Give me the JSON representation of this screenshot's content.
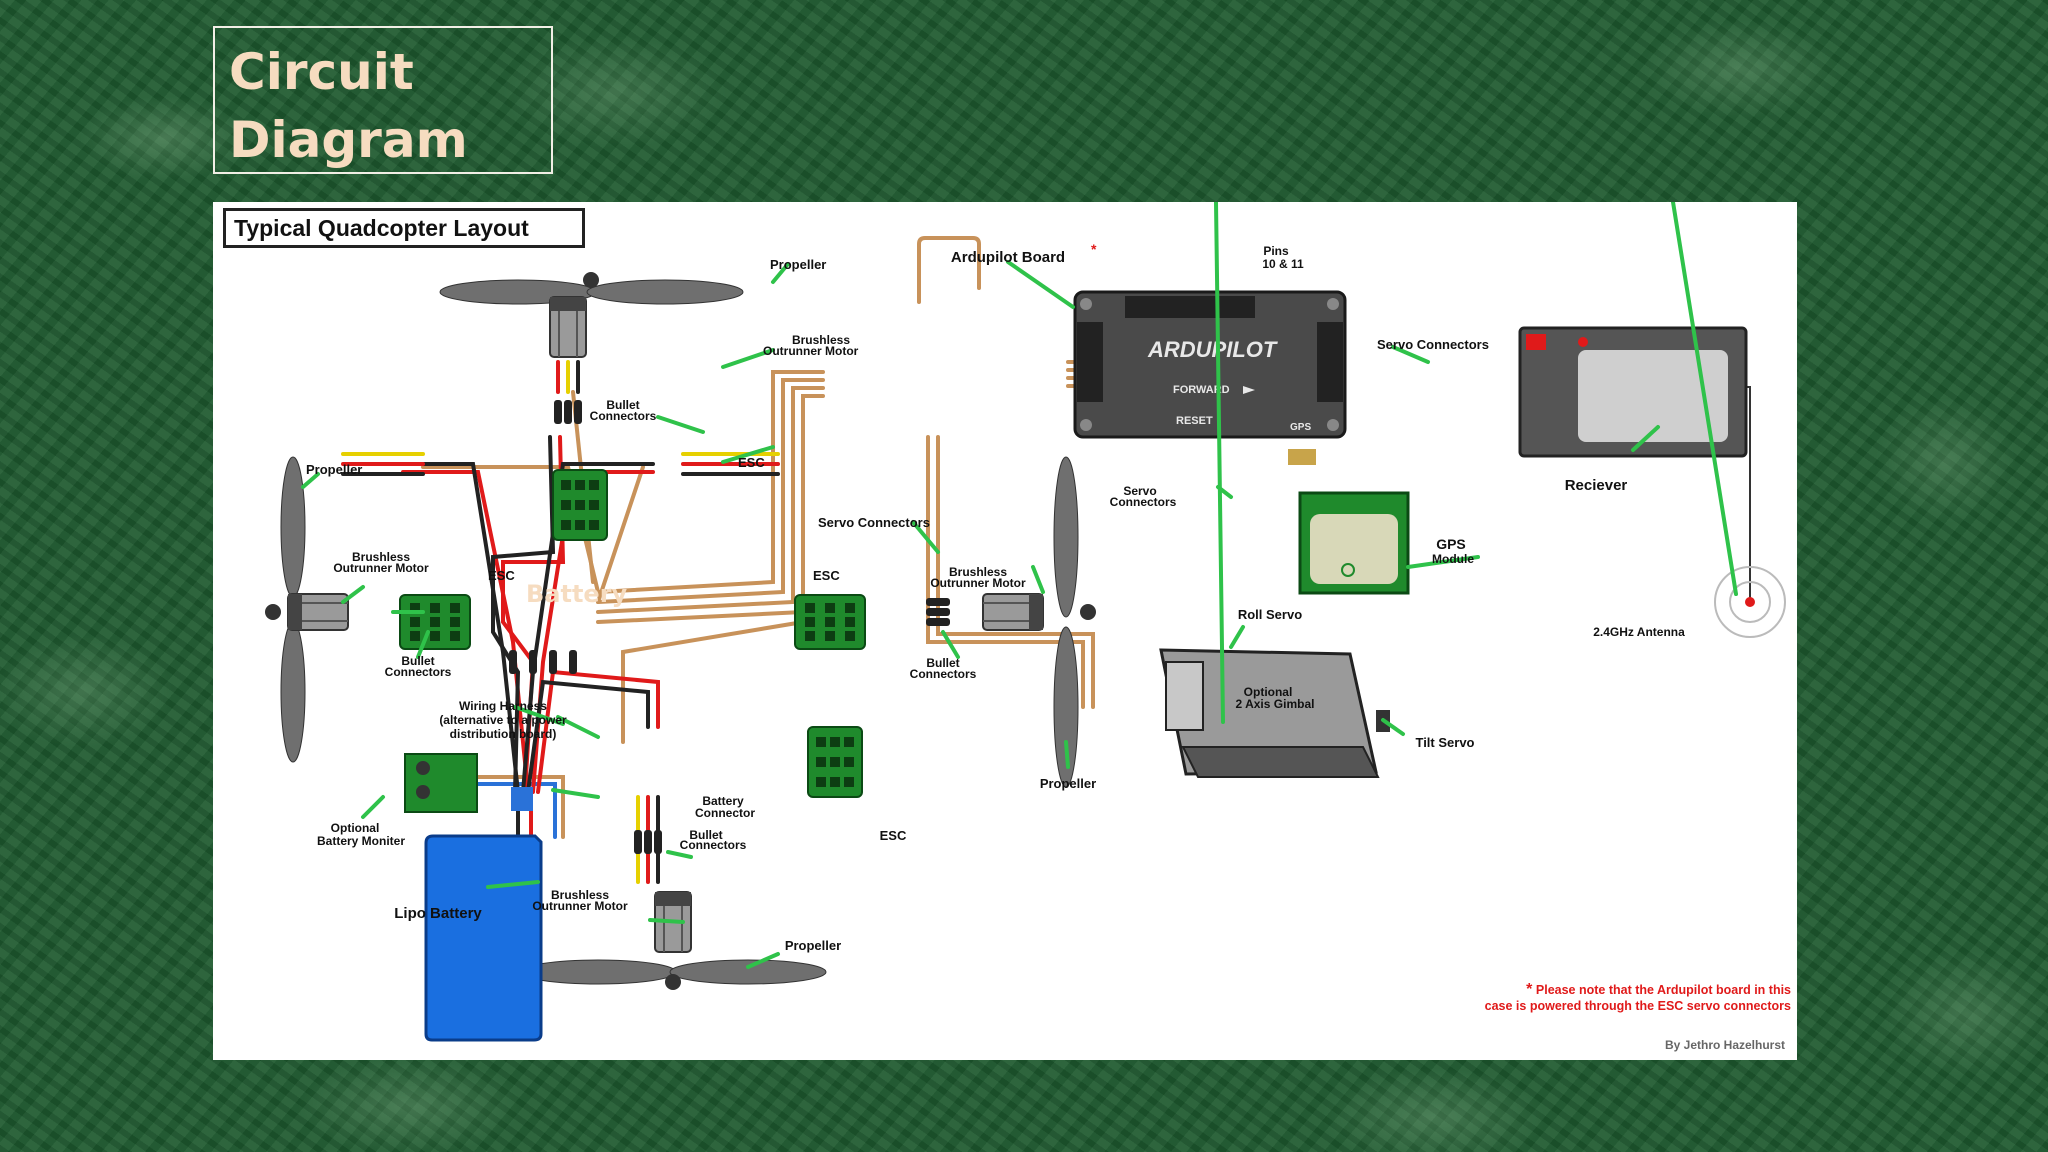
{
  "slide": {
    "title": "Circuit Diagram"
  },
  "diagram": {
    "header": "Typical Quadcopter Layout",
    "labels": {
      "propeller": "Propeller",
      "brushless_motor_line1": "Brushless",
      "brushless_motor_line2": "Outrunner Motor",
      "bullet_line1": "Bullet",
      "bullet_line2": "Connectors",
      "esc": "ESC",
      "servo_connectors": "Servo Connectors",
      "servo_line1": "Servo",
      "servo_line2": "Connectors",
      "ardupilot_board": "Ardupilot Board",
      "pins_line1": "Pins",
      "pins_line2": "10 & 11",
      "reciever": "Reciever",
      "gps_line1": "GPS",
      "gps_line2": "Module",
      "antenna": "2.4GHz Antenna",
      "roll_servo": "Roll Servo",
      "gimbal_line1": "Optional",
      "gimbal_line2": "2 Axis Gimbal",
      "tilt_servo": "Tilt Servo",
      "harness_line1": "Wiring Harness",
      "harness_line2": "(alternative to a power",
      "harness_line3": "distribution board)",
      "battery_connector_line1": "Battery",
      "battery_connector_line2": "Connector",
      "battery_monitor_line1": "Optional",
      "battery_monitor_line2": "Battery Moniter",
      "lipo_battery": "Lipo Battery",
      "board_logo": "ARDUPILOT",
      "board_forward": "FORWARD",
      "board_reset": "RESET",
      "board_gps": "GPS"
    },
    "overlay_label": "Battery",
    "note_line1": "Please note that the Ardupilot board in this",
    "note_line2": "case is powered through the ESC servo connectors",
    "note_star": "*",
    "credit": "By Jethro Hazelhurst",
    "colors": {
      "esc_green": "#1f8a2c",
      "battery_blue": "#1a6fe0",
      "wire_red": "#e01a1a",
      "wire_tan": "#c8925a",
      "label_line_green": "#2fc24a",
      "propeller_gray": "#6f6f6f"
    }
  }
}
